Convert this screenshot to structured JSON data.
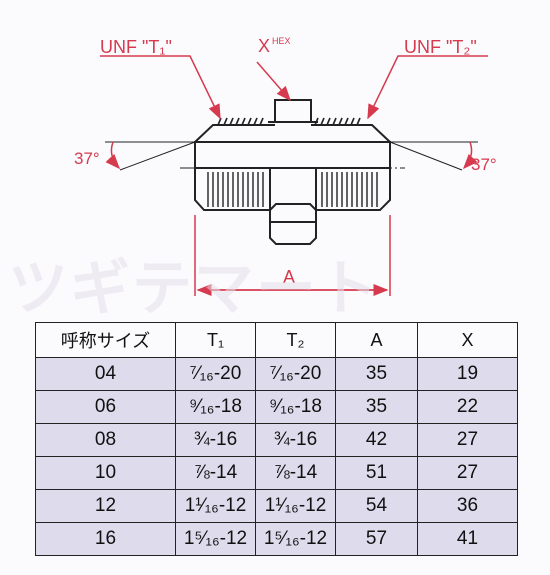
{
  "diagram": {
    "label_t1": "UNF \"T₁\"",
    "label_x": "X",
    "label_x_sup": "HEX",
    "label_t2": "UNF \"T₂\"",
    "angle_left": "37°",
    "angle_right": "37°",
    "dim_a": "A",
    "accent_color": "#d63a4e"
  },
  "watermark": "ツギテマート",
  "table": {
    "headers": [
      "呼称サイズ",
      "T₁",
      "T₂",
      "A",
      "X"
    ],
    "rows": [
      [
        "04",
        "⁷⁄₁₆-20",
        "⁷⁄₁₆-20",
        "35",
        "19"
      ],
      [
        "06",
        "⁹⁄₁₆-18",
        "⁹⁄₁₆-18",
        "35",
        "22"
      ],
      [
        "08",
        "¾-16",
        "¾-16",
        "42",
        "27"
      ],
      [
        "10",
        "⅞-14",
        "⅞-14",
        "51",
        "27"
      ],
      [
        "12",
        "1¹⁄₁₆-12",
        "1¹⁄₁₆-12",
        "54",
        "36"
      ],
      [
        "16",
        "1⁵⁄₁₆-12",
        "1⁵⁄₁₆-12",
        "57",
        "41"
      ]
    ]
  }
}
